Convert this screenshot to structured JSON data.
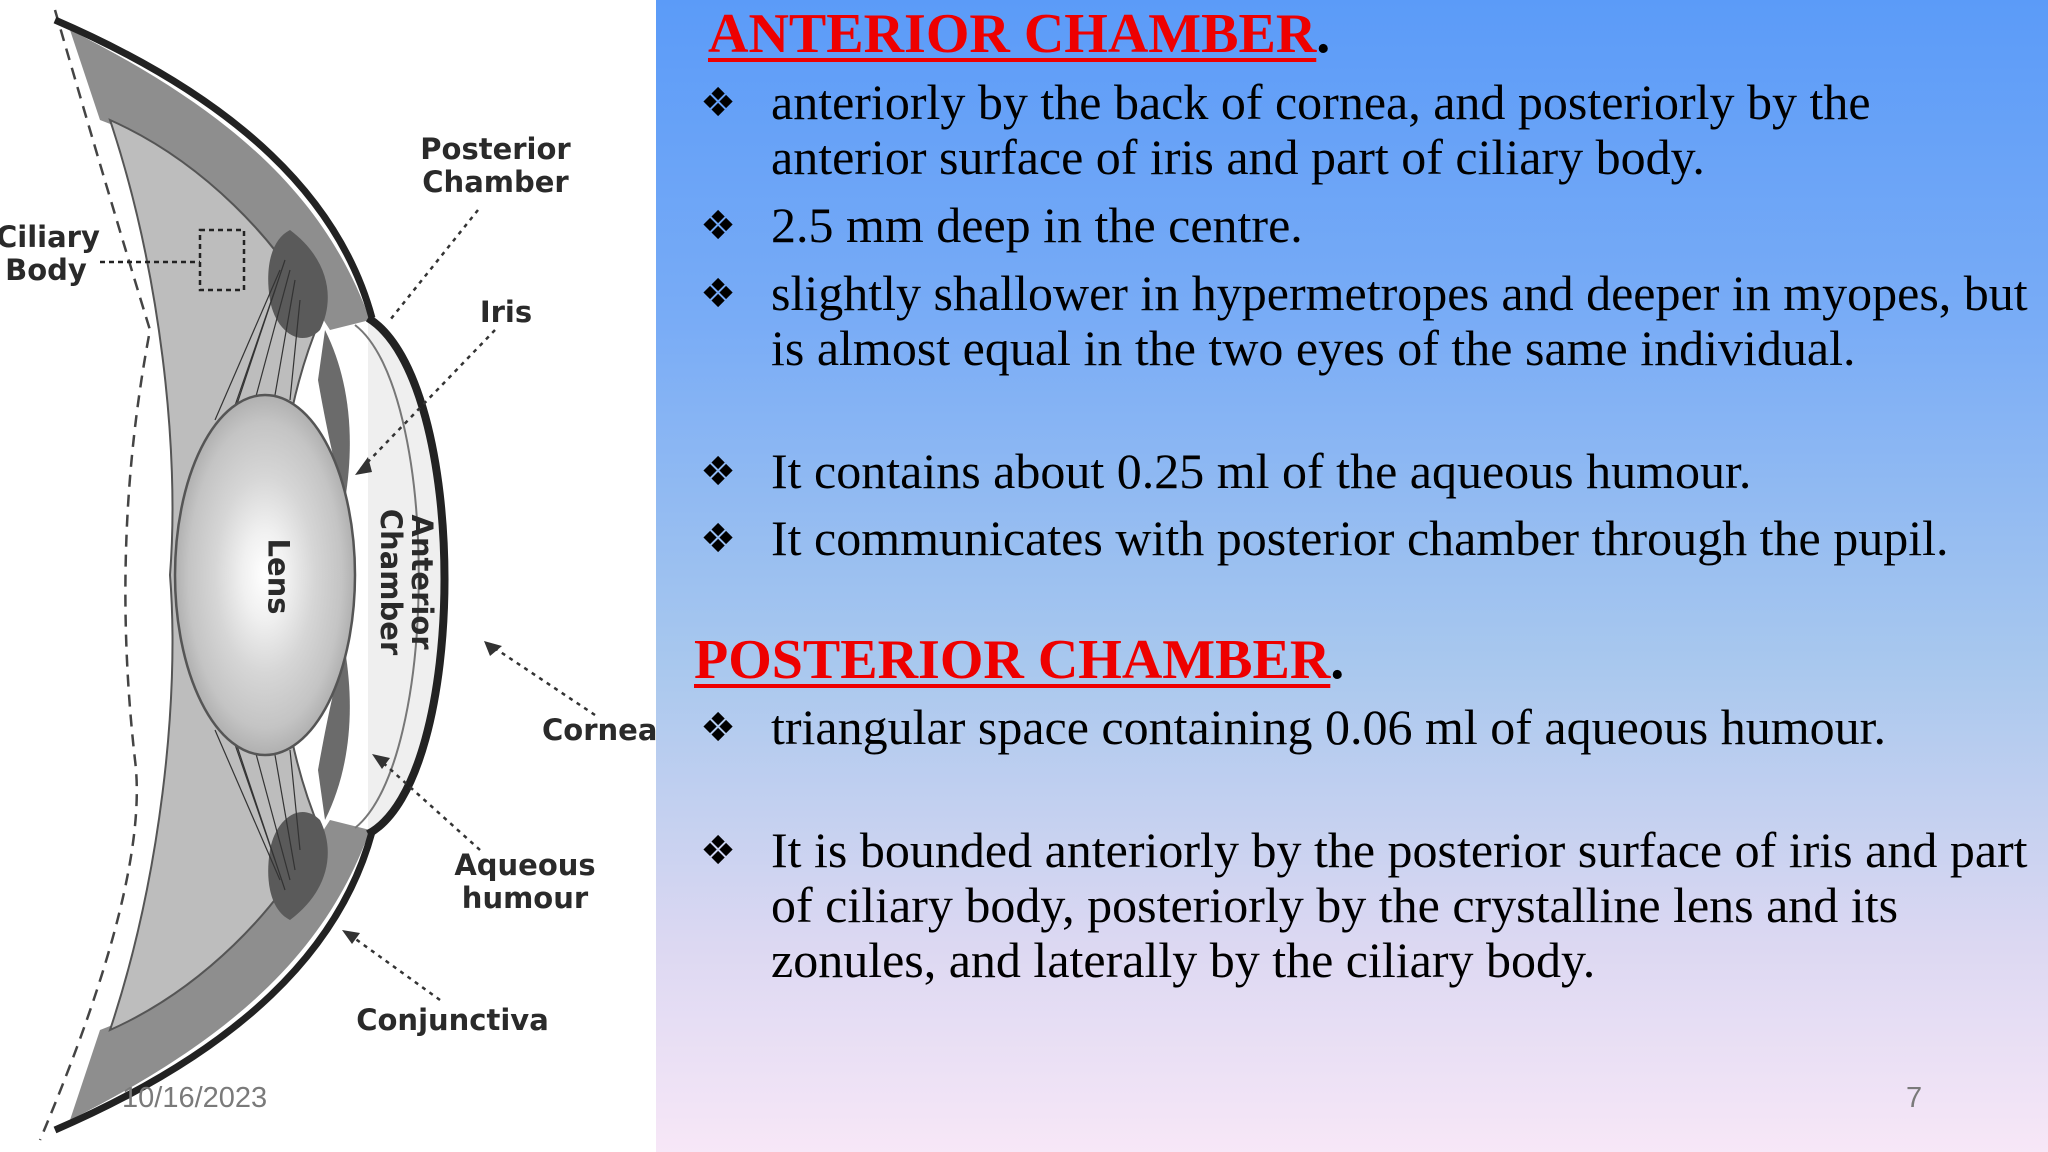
{
  "diagram": {
    "labels": {
      "posterior_chamber": "Posterior\nChamber",
      "ciliary_body": "Ciliary\nBody",
      "iris": "Iris",
      "lens": "Lens",
      "anterior_chamber": "Anterior\nChamber",
      "cornea": "Cornea",
      "aqueous_humour": "Aqueous\nhumour",
      "conjunctiva": "Conjunctiva"
    }
  },
  "anterior": {
    "heading": "ANTERIOR CHAMBER",
    "heading_suffix": ".",
    "bullets": [
      "anteriorly by the back of cornea, and posteriorly by the anterior surface of iris and part of ciliary body.",
      "2.5 mm deep in the centre.",
      "slightly shallower in hypermetropes and deeper in myopes, but is almost equal in the two eyes of the same individual.",
      "It contains about 0.25 ml of the aqueous humour.",
      "It communicates with posterior chamber through the pupil."
    ]
  },
  "posterior": {
    "heading": "POSTERIOR CHAMBER",
    "heading_suffix": ".",
    "bullets": [
      "triangular space containing 0.06 ml of aqueous humour.",
      "It is bounded anteriorly by the posterior surface of iris and part of ciliary body, posteriorly by the crystalline lens and its zonules, and laterally by the ciliary body."
    ]
  },
  "bullet_marker": "❖",
  "footer": {
    "date": "10/16/2023",
    "page_number": "7"
  },
  "colors": {
    "heading_red": "#ee0000",
    "panel_top": "#5b9bf8",
    "panel_bottom": "#f7e7f7"
  }
}
